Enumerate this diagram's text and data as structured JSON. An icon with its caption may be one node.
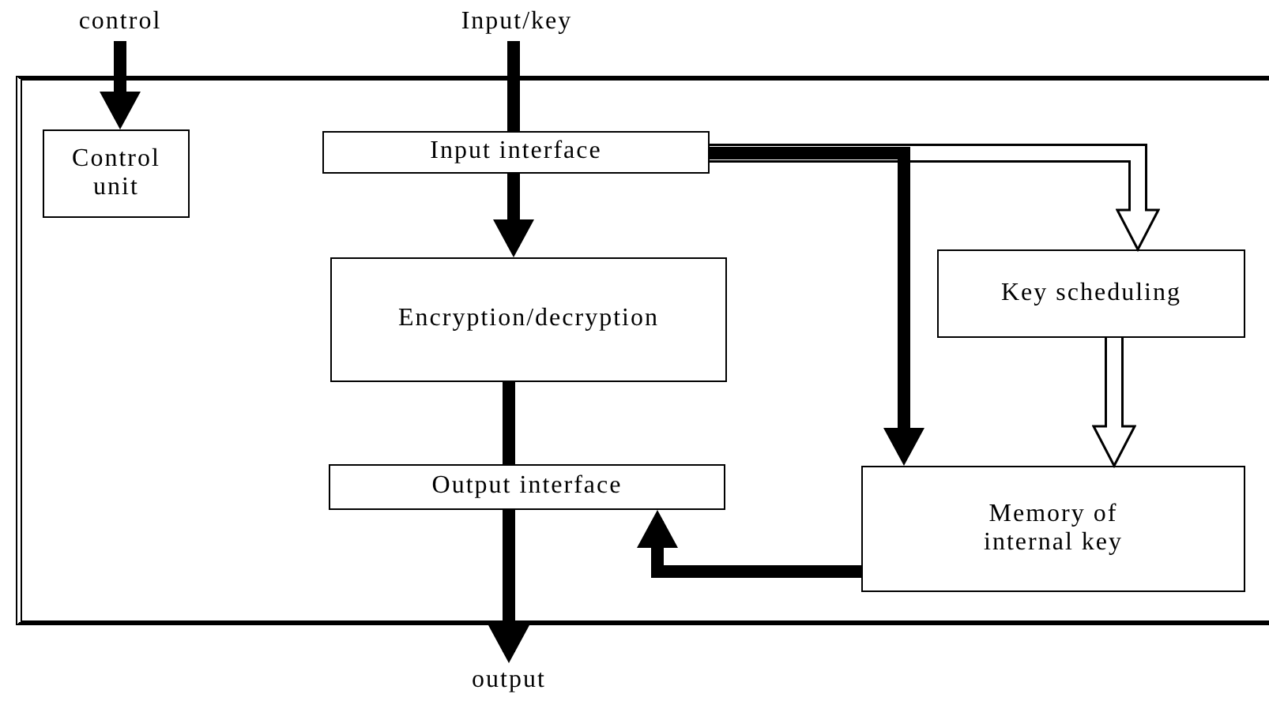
{
  "diagram": {
    "nodes": [
      {
        "text": [],
        "shape": "box"
      },
      {
        "text": [
          "control"
        ]
      },
      {
        "text": [
          "Input/key"
        ]
      },
      {
        "text": [
          "output"
        ]
      },
      {
        "text": [
          "Control unit"
        ],
        "in": 0
      },
      {
        "text": [
          "Input interface"
        ],
        "in": 0
      },
      {
        "text": [
          "Encryption/decryption"
        ],
        "in": 0
      },
      {
        "text": [
          "Output interface"
        ],
        "in": 0
      },
      {
        "text": [
          "Key scheduling"
        ],
        "in": 0
      },
      {
        "text": [
          "Memory of internal key"
        ],
        "in": 0
      }
    ],
    "edges": [
      {
        "from": 1,
        "to": 4,
        "arrow": "to"
      },
      {
        "from": 2,
        "to": 5,
        "arrow": "none"
      },
      {
        "from": 5,
        "to": 6,
        "arrow": "to"
      },
      {
        "from": 5,
        "to": 8,
        "arrow": "to"
      },
      {
        "from": 5,
        "to": 9,
        "arrow": "to"
      },
      {
        "from": 8,
        "to": 9,
        "arrow": "to"
      },
      {
        "from": 6,
        "to": 7,
        "arrow": "none"
      },
      {
        "from": 9,
        "to": 7,
        "arrow": "to"
      },
      {
        "from": 7,
        "to": 3,
        "arrow": "to"
      }
    ]
  }
}
